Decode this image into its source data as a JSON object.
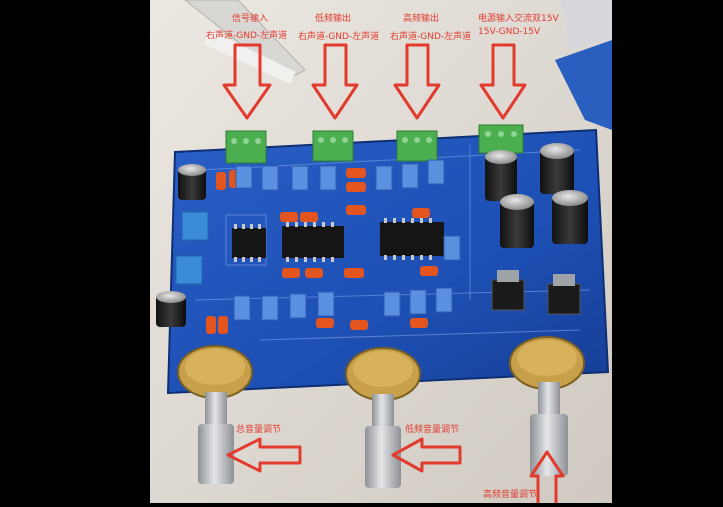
{
  "labels": {
    "signal_input": "信号输入",
    "signal_input_pins": "右声道-GND-左声道",
    "bass_output": "低频输出",
    "bass_output_pins": "右声道-GND-左声道",
    "treble_output": "高频输出",
    "treble_output_pins": "右声道-GND-左声道",
    "power_input": "电源输入交流双15V",
    "power_input_pins": "15V-GND-15V",
    "master_volume": "总音量调节",
    "bass_volume": "低频音量调节",
    "treble_volume": "高频音量调节"
  },
  "colors": {
    "background_black": "#000000",
    "wall_beige": "#e2ddd6",
    "pcb_blue": "#1d4fb4",
    "terminal_green": "#4bae4f",
    "annotation_red": "#e23b2e",
    "knob_gold": "#c8a04a",
    "shaft_silver": "#b9bcc0"
  }
}
